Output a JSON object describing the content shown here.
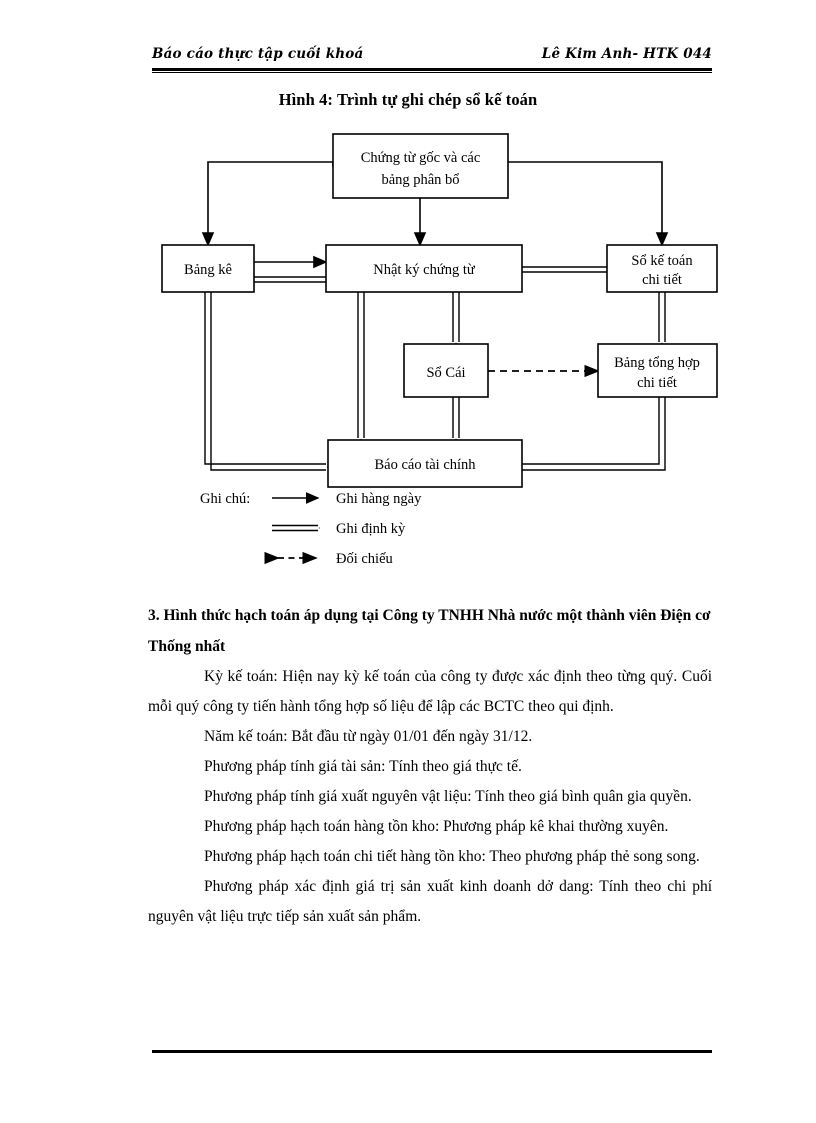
{
  "header": {
    "left": "Báo cáo thực tập cuối khoá",
    "right": "Lê Kim Anh- HTK 044"
  },
  "figure": {
    "title": "Hình 4: Trình tự ghi chép sổ kế toán",
    "nodes": {
      "source": "Chứng từ gốc và các bảng phân bổ",
      "source_line1": "Chứng từ gốc và các",
      "source_line2": "bảng phân bổ",
      "bang_ke": "Bảng kê",
      "nhat_ky": "Nhật ký chứng từ",
      "so_ke_toan_line1": "Sổ kế toán",
      "so_ke_toan_line2": "chi tiết",
      "so_cai": "Sổ Cái",
      "bang_tong_hop_line1": "Bảng tổng hợp",
      "bang_tong_hop_line2": "chi tiết",
      "bao_cao": "Báo cáo tài chính"
    },
    "legend": {
      "label": "Ghi chú:",
      "items": [
        {
          "text": "Ghi hàng ngày",
          "style": "solid-arrow"
        },
        {
          "text": "Ghi định kỳ",
          "style": "double-arrow"
        },
        {
          "text": "Đối chiếu",
          "style": "dashed-bidirectional"
        }
      ]
    }
  },
  "content": {
    "heading": "3. Hình thức hạch toán áp dụng tại Công ty TNHH Nhà nước một thành viên Điện cơ Thống nhất",
    "paragraphs": [
      "Kỳ kế toán: Hiện nay kỳ kế toán của công ty được xác định theo từng quý. Cuối mỗi quý công ty tiến hành tổng hợp số liệu để lập các BCTC theo qui định.",
      "Năm kế toán: Bắt đầu từ ngày 01/01 đến ngày 31/12.",
      "Phương pháp tính giá tài sản: Tính theo giá thực tế.",
      "Phương pháp tính giá xuất nguyên vật liệu: Tính theo giá bình quân gia quyền.",
      "Phương pháp hạch toán hàng tồn kho: Phương pháp kê khai thường xuyên.",
      "Phương pháp hạch toán chi tiết hàng tồn kho: Theo phương pháp thẻ song song.",
      "Phương pháp xác định giá trị sản xuất kinh doanh dở dang: Tính theo chi phí nguyên vật liệu trực tiếp sản xuất sản phẩm."
    ]
  }
}
